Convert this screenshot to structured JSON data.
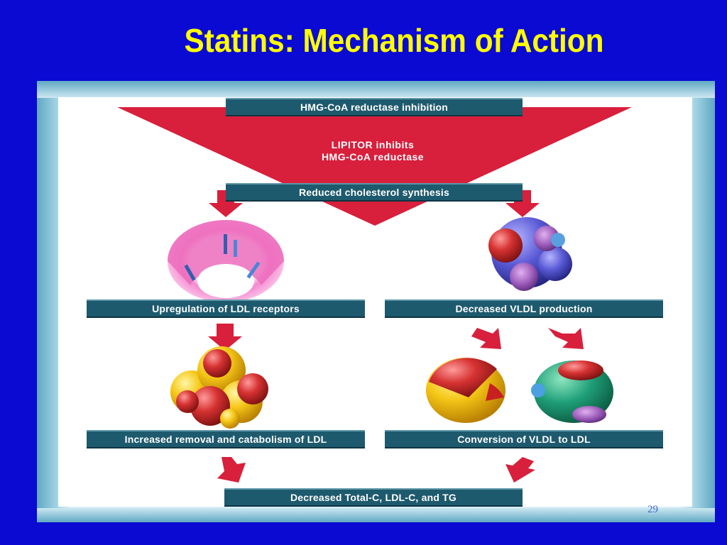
{
  "slide": {
    "title": "Statins: Mechanism of Action",
    "page_number": "29"
  },
  "diagram": {
    "top_label": "HMG-CoA reductase inhibition",
    "funnel_text": {
      "line1": "LIPITOR inhibits",
      "line2": "HMG-CoA reductase"
    },
    "reduced_label": "Reduced cholesterol synthesis",
    "left_branch": {
      "step1": "Upregulation of LDL receptors",
      "step2": "Increased removal and catabolism of LDL"
    },
    "right_branch": {
      "step1": "Decreased VLDL production",
      "step2": "Conversion of VLDL to LDL"
    },
    "bottom_label": "Decreased Total-C, LDL-C, and TG"
  },
  "colors": {
    "background": "#0a0ad2",
    "title": "#ffff00",
    "funnel": "#d81f3c",
    "label_box": "#1e5a6e",
    "arrow": "#d81f3c"
  },
  "icons": {
    "funnel": "inverted-triangle-funnel",
    "arrows": "down-arrow-icon",
    "ldl_receptor": "ldl-receptor-illustration",
    "vldl_particle": "vldl-particle-illustration",
    "ldl_cluster": "ldl-cluster-illustration",
    "ldl_particle": "ldl-particle-illustration"
  }
}
